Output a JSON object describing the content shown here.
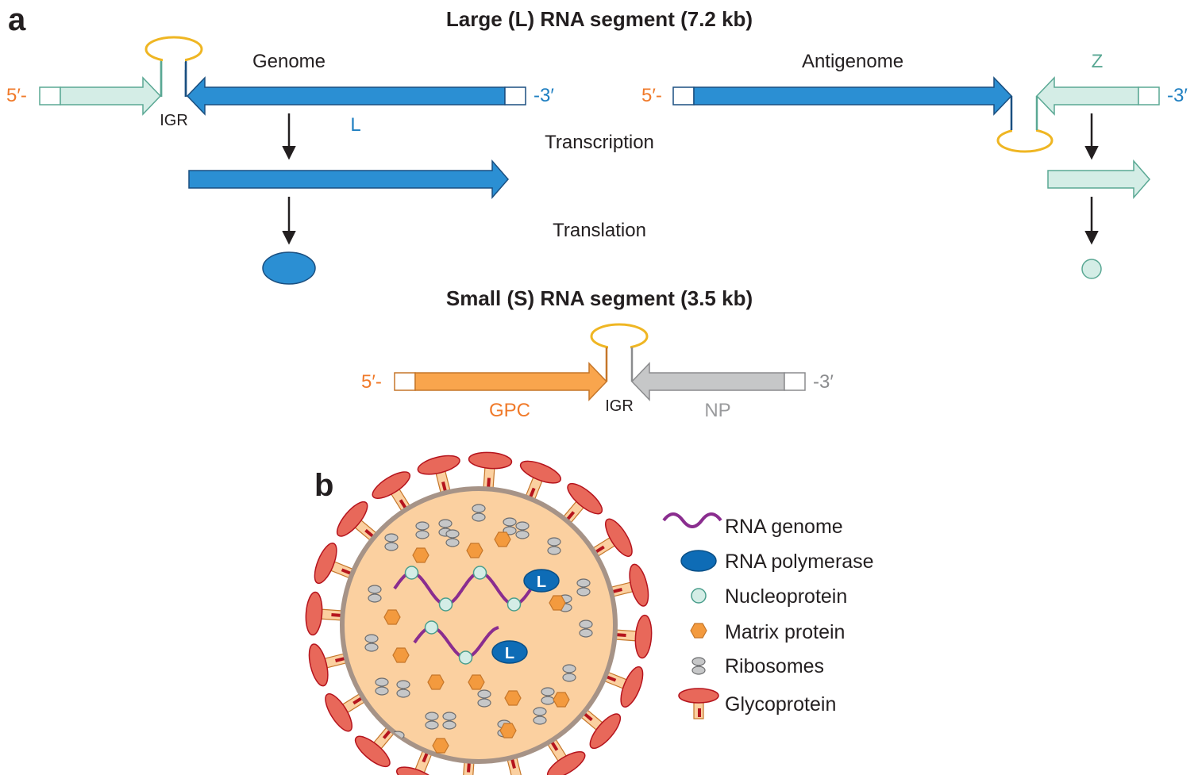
{
  "panel_a": {
    "letter": "a",
    "large_segment": {
      "title": "Large (L) RNA segment (7.2 kb)",
      "genome_label": "Genome",
      "antigenome_label": "Antigenome",
      "five_prime": "5′-",
      "three_prime": "-3′",
      "igr": "IGR",
      "l_gene": "L",
      "z_gene": "Z"
    },
    "steps": {
      "transcription": "Transcription",
      "translation": "Translation"
    },
    "small_segment": {
      "title": "Small (S) RNA segment (3.5 kb)",
      "five_prime": "5′-",
      "three_prime": "-3′",
      "igr": "IGR",
      "gpc_gene": "GPC",
      "np_gene": "NP"
    }
  },
  "panel_b": {
    "letter": "b",
    "polymerase_mark": "L",
    "legend": [
      {
        "label": "RNA genome",
        "icon": "rna-genome-icon"
      },
      {
        "label": "RNA polymerase",
        "icon": "rna-polymerase-icon"
      },
      {
        "label": "Nucleoprotein",
        "icon": "nucleoprotein-icon"
      },
      {
        "label": "Matrix protein",
        "icon": "matrix-protein-icon"
      },
      {
        "label": "Ribosomes",
        "icon": "ribosome-icon"
      },
      {
        "label": "Glycoprotein",
        "icon": "glycoprotein-icon"
      }
    ]
  },
  "colors": {
    "l_blue": "#2b8fd3",
    "l_blue_dark": "#1a4f80",
    "z_teal": "#d4ede6",
    "z_teal_dark": "#5aa894",
    "gpc_orange": "#f9a54d",
    "gpc_dark": "#c5762a",
    "np_gray": "#c6c7c8",
    "np_dark": "#8b8c8e",
    "igr_loop": "#efb623",
    "five_prime_text": "#f07a2a",
    "three_prime_text": "#1f7fc1",
    "virion_fill": "#fbd0a0",
    "virion_edge": "#a69387",
    "rna_purple": "#8a2d8f",
    "polymerase_blue": "#0e6cb6",
    "matrix_orange": "#f39a3e",
    "glyco_red": "#e8685a"
  }
}
